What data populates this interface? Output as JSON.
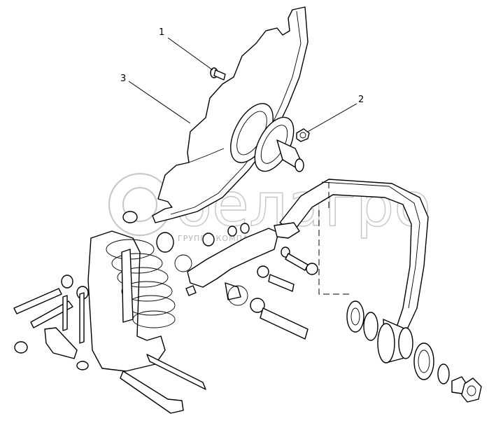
{
  "callouts": [
    {
      "id": "1",
      "label": "1"
    },
    {
      "id": "2",
      "label": "2"
    },
    {
      "id": "3",
      "label": "3"
    }
  ],
  "watermark": {
    "brand": "белагро",
    "tagline": "ГРУППА КОМПАНИЙ"
  },
  "colors": {
    "line": "#000000",
    "background": "#ffffff",
    "watermark": "#c0c0c0"
  }
}
